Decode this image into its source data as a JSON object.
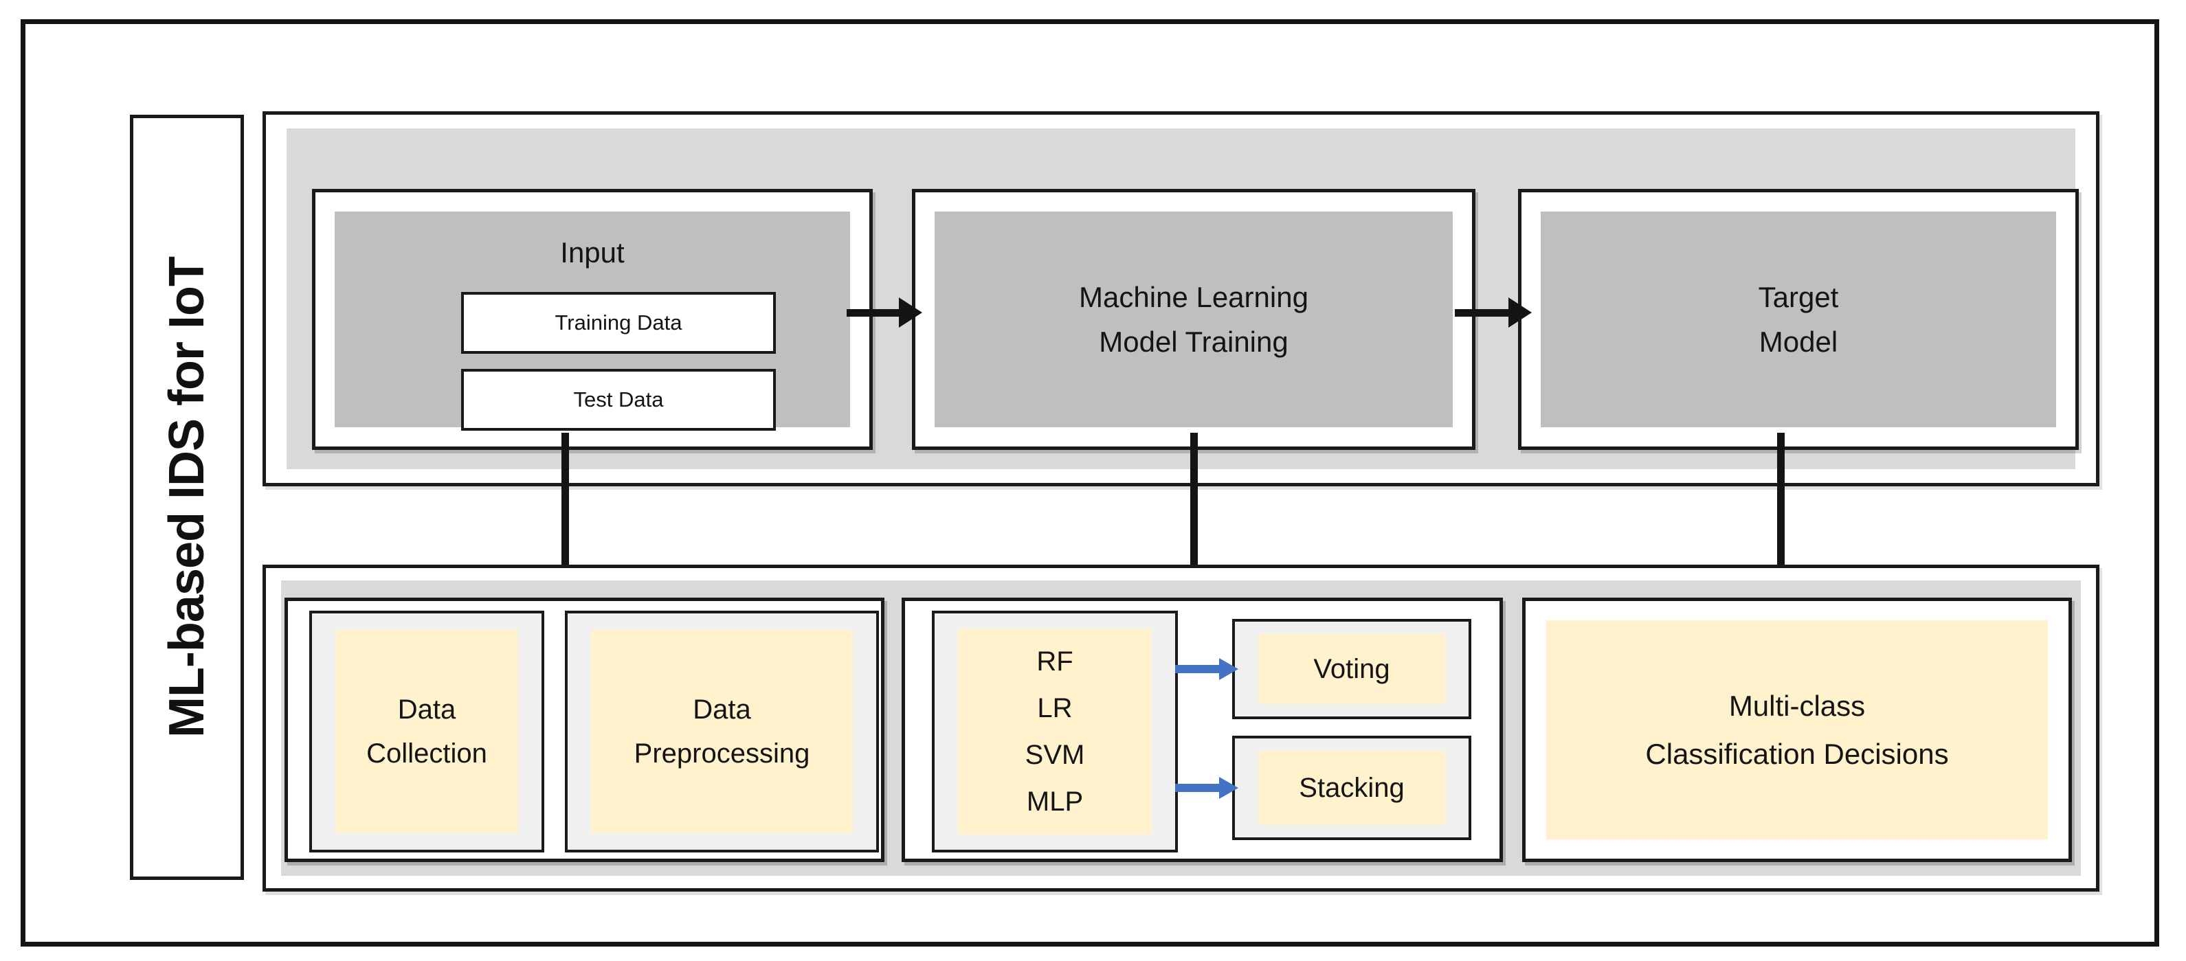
{
  "diagram_title": "ML-based IDS for IoT",
  "colors": {
    "box_fill_dark_gray": "#BFBFBF",
    "panel_light_gray": "#D9D9D9",
    "sub_box_gray": "#F0F0F0",
    "highlight_cream": "#FFF2CC",
    "arrow_black": "#141414",
    "arrow_blue": "#4472C4",
    "border_black": "#1A1A1A",
    "background": "#FFFFFF"
  },
  "top_row": {
    "input": {
      "title": "Input",
      "items": [
        {
          "label": "Training Data"
        },
        {
          "label": "Test Data"
        }
      ]
    },
    "model_training": {
      "line1": "Machine Learning",
      "line2": "Model Training"
    },
    "target_model": {
      "line1": "Target",
      "line2": "Model"
    }
  },
  "bottom_row": {
    "pipeline": [
      {
        "line1": "Data",
        "line2": "Collection"
      },
      {
        "line1": "Data",
        "line2": "Preprocessing"
      }
    ],
    "ensemble": {
      "algorithms": [
        "RF",
        "LR",
        "SVM",
        "MLP"
      ],
      "methods": [
        {
          "label": "Voting"
        },
        {
          "label": "Stacking"
        }
      ]
    },
    "output": {
      "line1": "Multi-class",
      "line2": "Classification Decisions"
    }
  }
}
